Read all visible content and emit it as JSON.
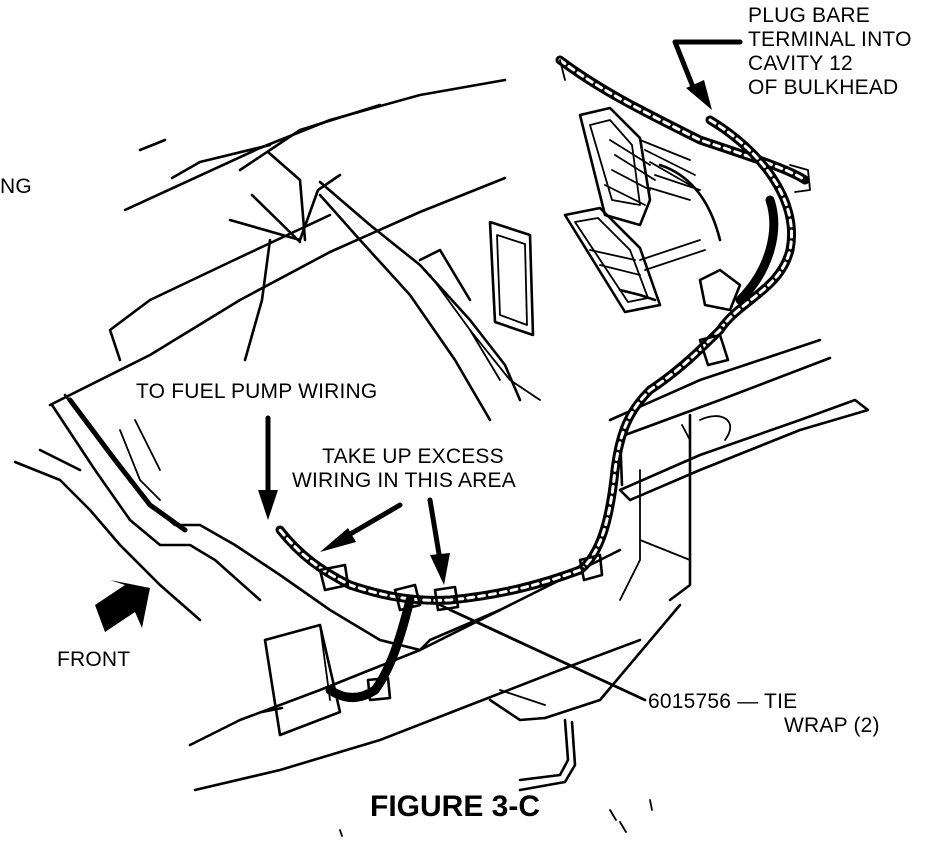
{
  "figure_title": "FIGURE 3-C",
  "labels": {
    "plug_bare": [
      "PLUG BARE",
      "TERMINAL INTO",
      "CAVITY 12",
      "OF BULKHEAD"
    ],
    "left_edge_fragment": "NG",
    "fuel_pump": "TO FUEL PUMP WIRING",
    "take_up": [
      "TAKE UP EXCESS",
      "WIRING IN THIS AREA"
    ],
    "front": "FRONT",
    "tie_wrap": [
      "6015756 — TIE",
      "WRAP (2)"
    ]
  },
  "colors": {
    "ink": "#000000",
    "paper": "#ffffff"
  },
  "icons": {
    "front_arrow": "arrow-up-right",
    "leader_arrow": "arrow-head"
  }
}
